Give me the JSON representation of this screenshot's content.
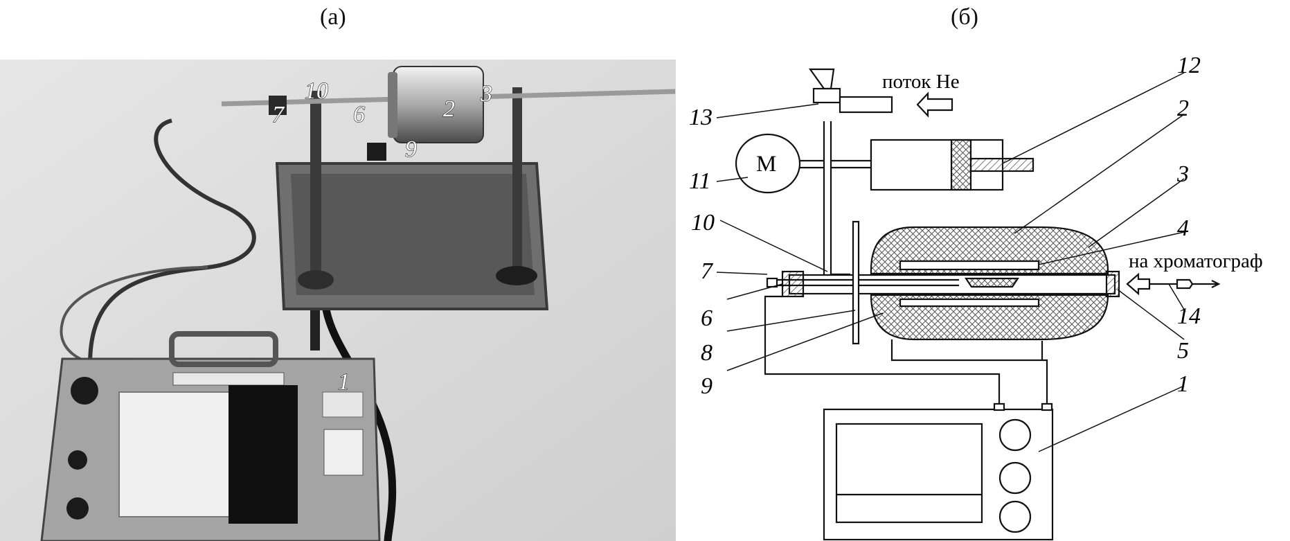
{
  "panels": {
    "left": {
      "label": "(а)"
    },
    "right": {
      "label": "(б)"
    }
  },
  "photo_callouts": [
    "10",
    "7",
    "6",
    "2",
    "3",
    "9",
    "1"
  ],
  "schematic": {
    "callouts": {
      "n1": "1",
      "n2": "2",
      "n3": "3",
      "n4": "4",
      "n5": "5",
      "n6": "6",
      "n7": "7",
      "n8": "8",
      "n9": "9",
      "n10": "10",
      "n11": "11",
      "n12": "12",
      "n13": "13",
      "n14": "14"
    },
    "motor_label": "М",
    "he_flow": "поток Не",
    "to_chromatograph": "на хроматограф"
  },
  "colors": {
    "hatch": "#555555",
    "line": "#111111",
    "photo_bg": "#d9d9d9"
  }
}
